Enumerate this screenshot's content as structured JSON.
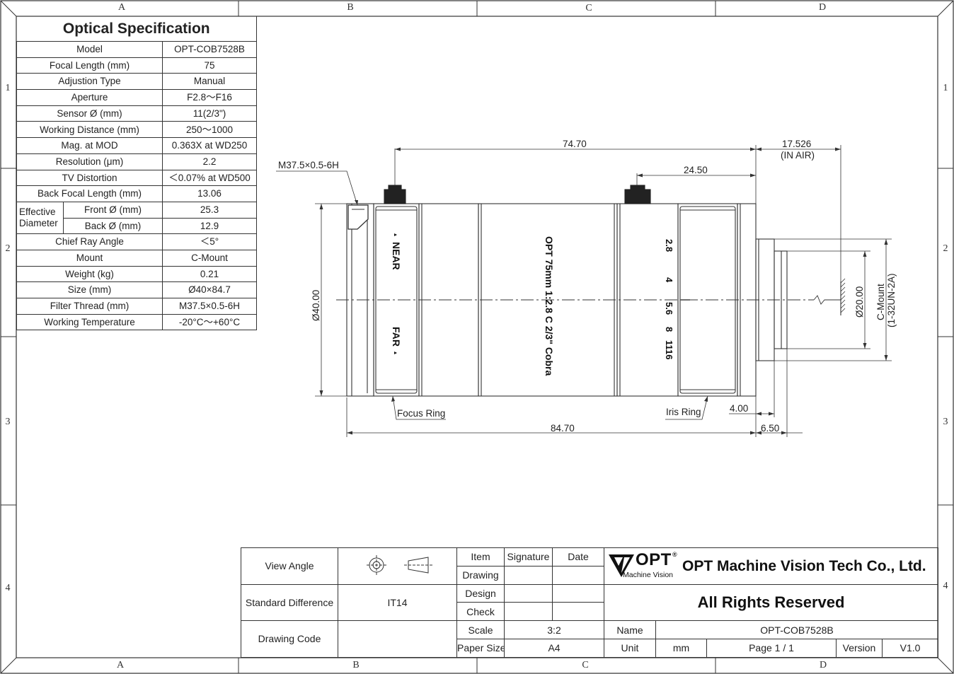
{
  "zones": {
    "cols": [
      "A",
      "B",
      "C",
      "D"
    ],
    "rows": [
      "1",
      "2",
      "3",
      "4"
    ]
  },
  "spec": {
    "title": "Optical Specification",
    "rows": [
      {
        "label": "Model",
        "value": "OPT-COB7528B"
      },
      {
        "label": "Focal Length (mm)",
        "value": "75"
      },
      {
        "label": "Adjustion Type",
        "value": "Manual"
      },
      {
        "label": "Aperture",
        "value": "F2.8～F16"
      },
      {
        "label": "Sensor Ø (mm)",
        "value": "11(2/3\")"
      },
      {
        "label": "Working Distance (mm)",
        "value": "250～1000"
      },
      {
        "label": "Mag. at MOD",
        "value": "0.363X at WD250"
      },
      {
        "label": "Resolution (μm)",
        "value": "2.2"
      },
      {
        "label": "TV Distortion",
        "value": "＜0.07% at WD500"
      },
      {
        "label": "Back Focal Length (mm)",
        "value": "13.06"
      }
    ],
    "effective": {
      "label": "Effective Diameter",
      "front_label": "Front Ø (mm)",
      "front_value": "25.3",
      "back_label": "Back Ø (mm)",
      "back_value": "12.9"
    },
    "rows2": [
      {
        "label": "Chief Ray Angle",
        "value": "＜5°"
      },
      {
        "label": "Mount",
        "value": "C-Mount"
      },
      {
        "label": "Weight (kg)",
        "value": "0.21"
      },
      {
        "label": "Size (mm)",
        "value": "Ø40×84.7"
      },
      {
        "label": "Filter Thread (mm)",
        "value": "M37.5×0.5-6H"
      },
      {
        "label": "Working Temperature",
        "value": "-20°C～+60°C"
      }
    ]
  },
  "drawing": {
    "dim_74": "74.70",
    "dim_24": "24.50",
    "dim_17": "17.526",
    "dim_17_note": "(IN AIR)",
    "dim_thread": "M37.5×0.5-6H",
    "dim_dia40": "Ø40.00",
    "dim_dia20": "Ø20.00",
    "dim_mount": "C-Mount",
    "dim_mount_spec": "(1-32UN-2A)",
    "dim_4": "4.00",
    "dim_84": "84.70",
    "dim_6": "6.50",
    "focus_ring": "Focus Ring",
    "iris_ring": "Iris Ring",
    "near": "NEAR",
    "far": "FAR",
    "barrel_text": "OPT 75mm 1:2.8 C 2/3\" Cobra",
    "f_stops": [
      "2.8",
      "4",
      "5.6",
      "8",
      "11",
      "16"
    ]
  },
  "titleblock": {
    "view_angle": "View Angle",
    "standard_difference": "Standard Difference",
    "std_value": "IT14",
    "drawing_code": "Drawing Code",
    "item": "Item",
    "signature": "Signature",
    "date": "Date",
    "drawing": "Drawing",
    "design": "Design",
    "check": "Check",
    "scale": "Scale",
    "scale_value": "3:2",
    "paper_size": "Paper Size",
    "paper_value": "A4",
    "name": "Name",
    "name_value": "OPT-COB7528B",
    "unit": "Unit",
    "unit_value": "mm",
    "page": "Page  1 / 1",
    "version": "Version",
    "version_value": "V1.0",
    "logo_text": "OPT",
    "logo_sub": "Machine Vision",
    "company": "OPT Machine Vision Tech Co., Ltd.",
    "rights": "All Rights Reserved"
  }
}
